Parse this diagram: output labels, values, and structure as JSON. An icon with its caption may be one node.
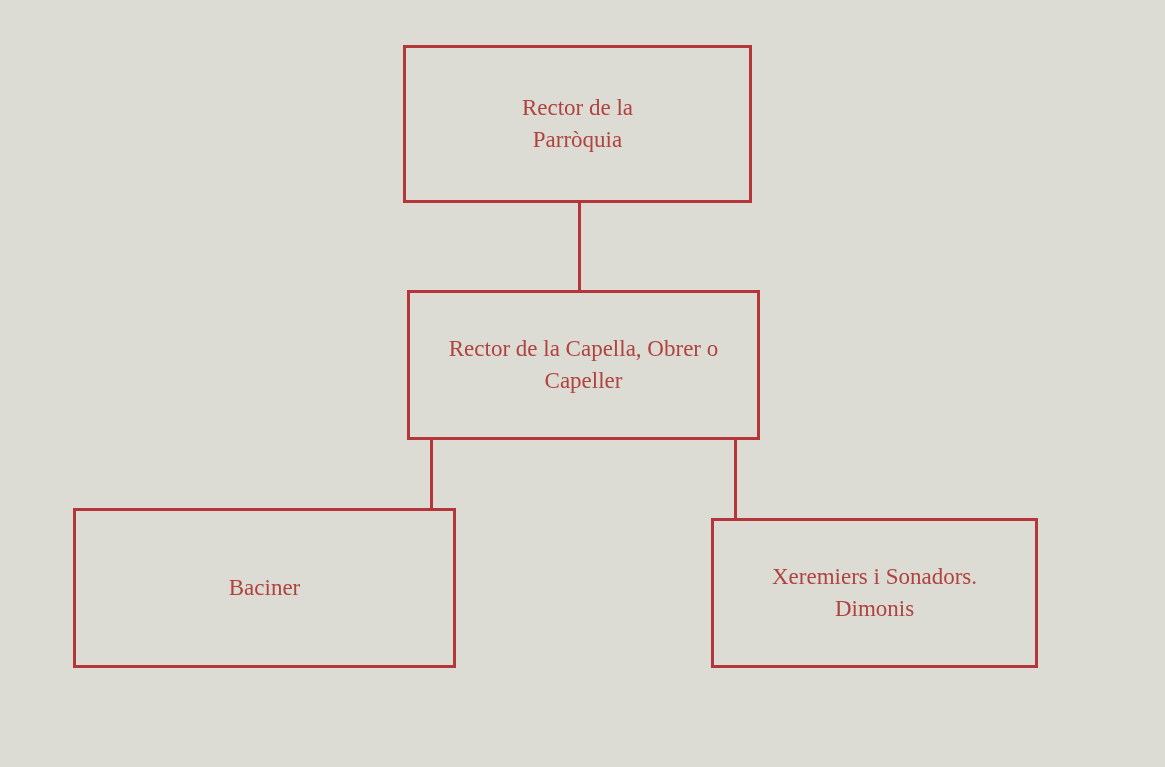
{
  "diagram": {
    "nodes": [
      {
        "text": [
          "Rector de la Parròquia"
        ]
      },
      {
        "text": [
          "Rector de la Capella, Obrer o Capeller"
        ]
      },
      {
        "text": [
          "Baciner"
        ]
      },
      {
        "text": [
          "Xeremiers i Sonadors. Dimonis"
        ]
      }
    ],
    "edges": [
      {
        "from": 0,
        "to": 1,
        "arrow": "none"
      },
      {
        "from": 1,
        "to": 2,
        "arrow": "none"
      },
      {
        "from": 1,
        "to": 3,
        "arrow": "none"
      }
    ]
  }
}
